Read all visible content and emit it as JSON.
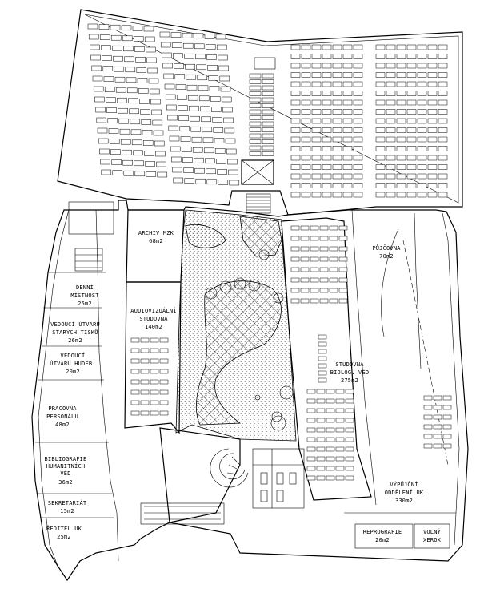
{
  "rooms": {
    "archiv": [
      "ARCHIV MZK",
      "68m2"
    ],
    "audio": [
      "AUDIOVIZUÁLNÍ",
      "STUDOVNA",
      "140m2"
    ],
    "denni": [
      "DENNÍ",
      "MÍSTNOST",
      "25m2"
    ],
    "vedouci_tisky": [
      "VEDOUCÍ ÚTVARU",
      "STARÝCH TISKŮ",
      "26m2"
    ],
    "vedouci_hudeb": [
      "VEDOUCÍ",
      "ÚTVARU HUDEB.",
      "20m2"
    ],
    "pracovna": [
      "PRACOVNA",
      "PERSONÁLU",
      "48m2"
    ],
    "bibliografie": [
      "BIBLIOGRAFIE",
      "HUMANITNÍCH",
      "VĚD",
      "36m2"
    ],
    "sekretariat": [
      "SEKRETARIÁT",
      "15m2"
    ],
    "reditel": [
      "ŘEDITEL UK",
      "25m2"
    ],
    "pujcovna": [
      "PŮJČOVNA",
      "70m2"
    ],
    "studovna_biolog": [
      "STUDOVNA",
      "BIOLOG. VĚD",
      "275m2"
    ],
    "vypujcni": [
      "VÝPŮJČNÍ",
      "ODDĚLENÍ UK",
      "330m2"
    ],
    "reprografie": [
      "REPROGRAFIE",
      "20m2"
    ],
    "volny": [
      "VOLNÝ",
      "XEROX"
    ]
  }
}
